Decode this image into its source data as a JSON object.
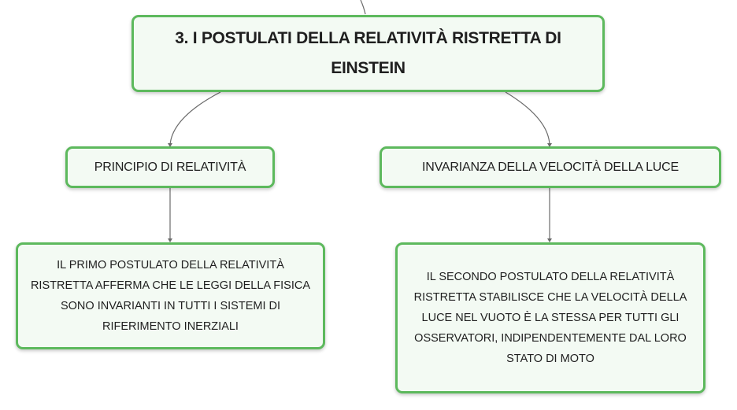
{
  "diagram": {
    "root": {
      "label": "3. I POSTULATI DELLA RELATIVITÀ RISTRETTA DI EINSTEIN"
    },
    "branches": [
      {
        "topic": "PRINCIPIO DI RELATIVITÀ",
        "detail": "IL PRIMO POSTULATO DELLA RELATIVITÀ RISTRETTA AFFERMA CHE LE LEGGI DELLA FISICA SONO INVARIANTI IN TUTTI I SISTEMI DI RIFERIMENTO INERZIALI"
      },
      {
        "topic": "INVARIANZA DELLA VELOCITÀ DELLA LUCE",
        "detail": "IL SECONDO POSTULATO DELLA RELATIVITÀ RISTRETTA STABILISCE CHE LA VELOCITÀ DELLA LUCE NEL VUOTO È LA STESSA PER TUTTI GLI OSSERVATORI, INDIPENDENTEMENTE DAL LORO STATO DI MOTO"
      }
    ],
    "colors": {
      "node_border": "#5db95d",
      "node_fill": "#f3faf3",
      "connector": "#6b6b6b",
      "text": "#1f1f1f"
    }
  }
}
